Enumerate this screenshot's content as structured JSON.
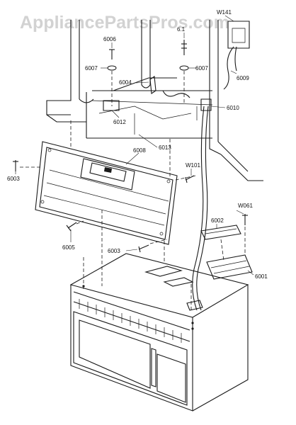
{
  "watermark": "AppliancePartsPros.com",
  "labels": {
    "w141": "W141",
    "p6006": "6006",
    "p6_1": "6.1",
    "p6007_left": "6007",
    "p6007_right": "6007",
    "p6009": "6009",
    "p6004": "6004",
    "p6010": "6010",
    "p6012": "6012",
    "p6013": "6013",
    "p6008": "6008",
    "w101": "W101",
    "p6003_left": "6003",
    "p6003_bottom": "6003",
    "p6005": "6005",
    "w061": "W061",
    "p6002": "6002",
    "p6001": "6001"
  }
}
